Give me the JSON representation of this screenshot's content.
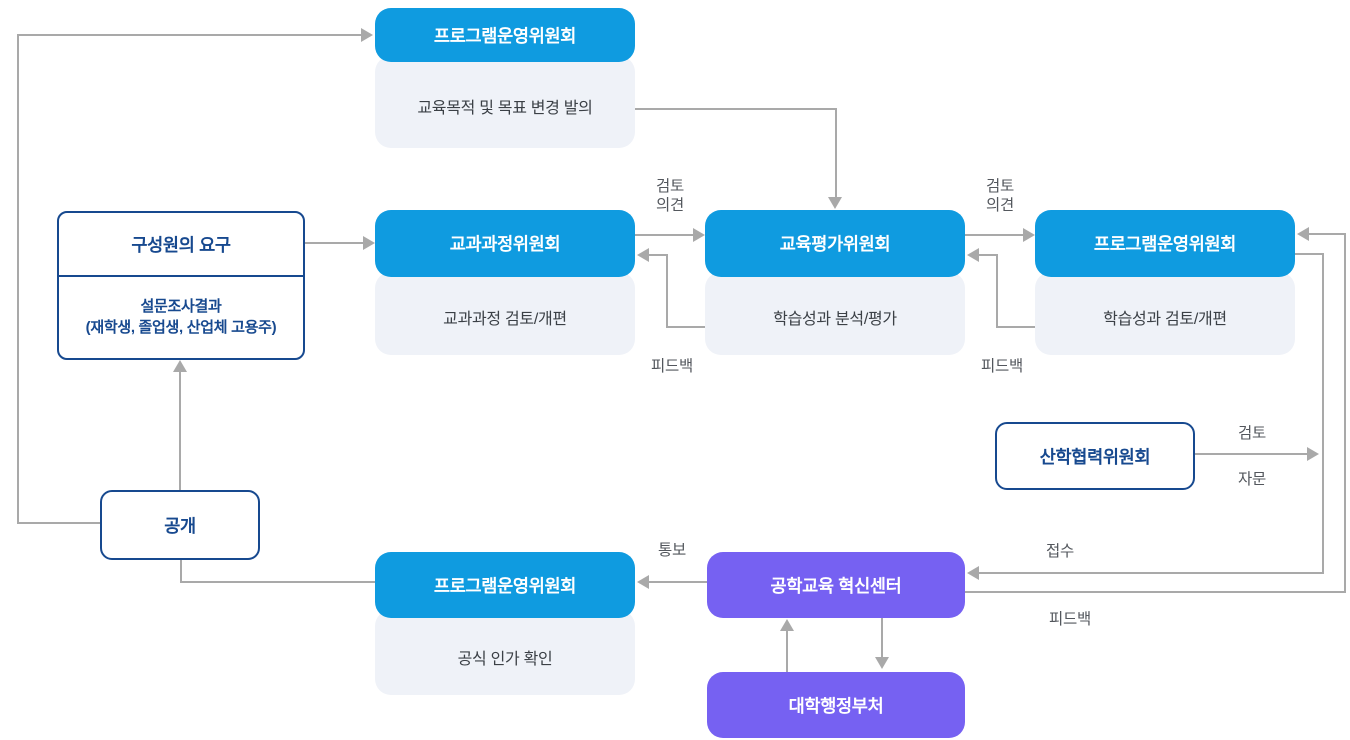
{
  "diagram": {
    "nodes": {
      "pmc_top": {
        "title": "프로그램운영위원회",
        "subtitle": "교육목적 및 목표 변경 발의"
      },
      "members_need": {
        "top": "구성원의 요구",
        "bottom": "설문조사결과\n(재학생, 졸업생, 산업체 고용주)"
      },
      "curriculum": {
        "title": "교과과정위원회",
        "subtitle": "교과과정 검토/개편"
      },
      "evaluation": {
        "title": "교육평가위원회",
        "subtitle": "학습성과 분석/평가"
      },
      "pmc_right": {
        "title": "프로그램운영위원회",
        "subtitle": "학습성과 검토/개편"
      },
      "industry_committee": {
        "title": "산학협력위원회"
      },
      "disclosure": {
        "title": "공개"
      },
      "pmc_bottom": {
        "title": "프로그램운영위원회",
        "subtitle": "공식 인가 확인"
      },
      "innovation_center": {
        "title": "공학교육 혁신센터"
      },
      "university_admin": {
        "title": "대학행정부처"
      }
    },
    "edge_labels": {
      "review_opinion_left": "검토\n의견",
      "review_opinion_right": "검토\n의견",
      "feedback_mid_left": "피드백",
      "feedback_mid_right": "피드백",
      "feedback_bottom": "피드백",
      "notify": "통보",
      "receive": "접수",
      "review": "검토",
      "advice": "자문"
    },
    "colors": {
      "node_blue": "#0F9BE0",
      "node_purple": "#7661F2",
      "panel_light": "#EFF2F8",
      "outline_navy": "#17498F",
      "connector_gray": "#A9A9A9"
    }
  }
}
